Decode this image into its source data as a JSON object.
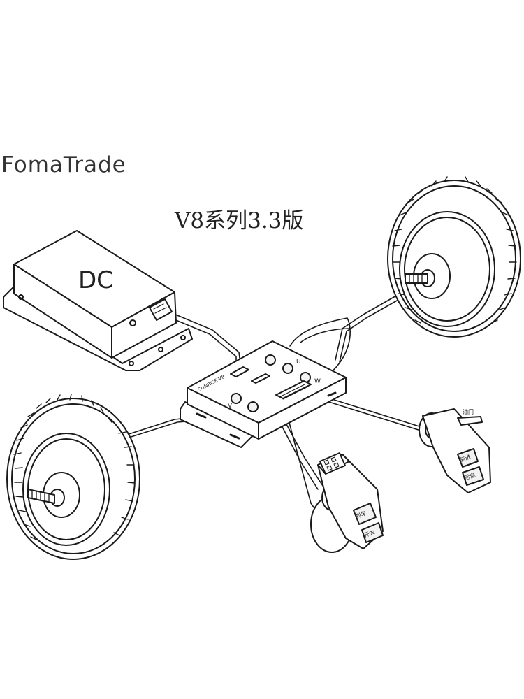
{
  "diagram": {
    "brand": "FomaTrade",
    "version_label": "V8系列3.3版",
    "power_box_label": "DC",
    "controller_label": "SUNRISE-V8",
    "phase_labels": [
      "U",
      "V",
      "W"
    ],
    "left_switch_buttons": [
      "刹车",
      "开关"
    ],
    "right_switch_buttons": [
      "前进",
      "后退"
    ],
    "throttle_label": "油门",
    "colors": {
      "line": "#1a1a1a",
      "fill": "#ffffff",
      "shade": "#f2f2f2"
    }
  }
}
